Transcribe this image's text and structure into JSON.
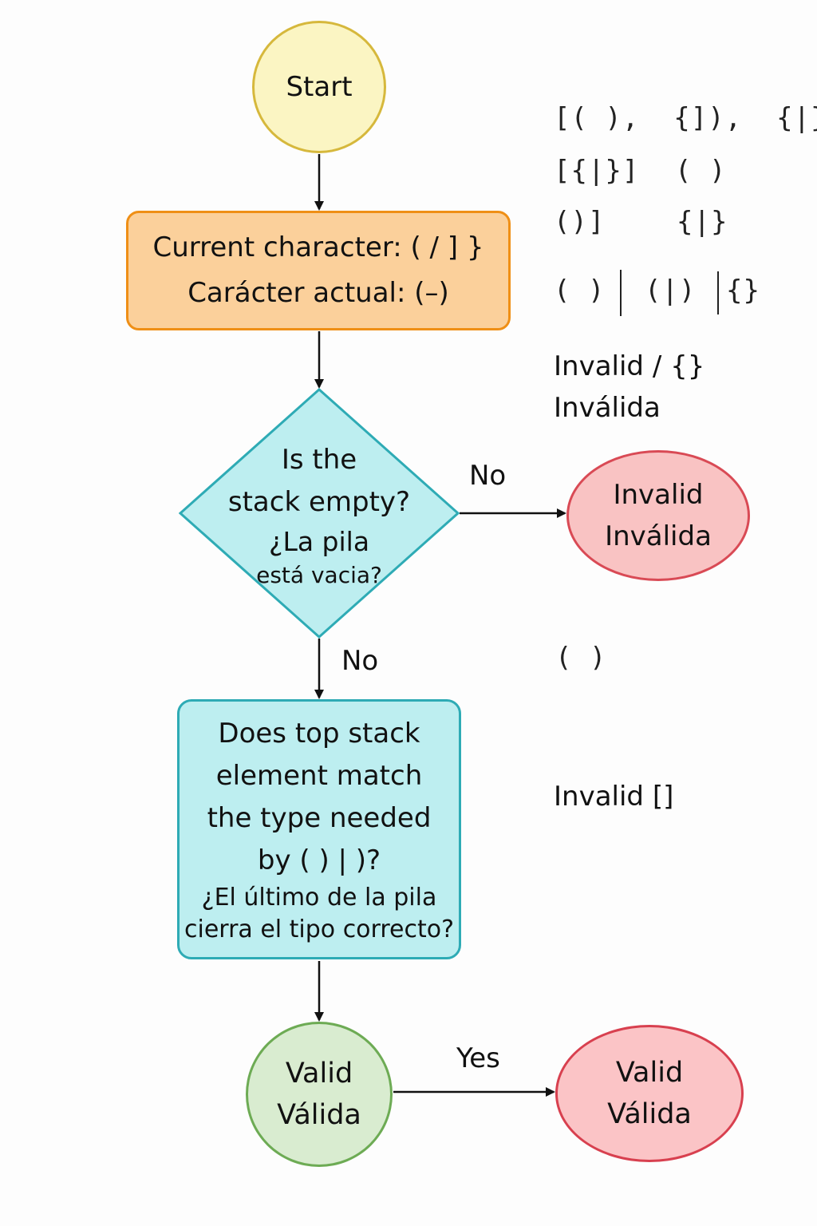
{
  "nodes": {
    "start": {
      "label": "Start"
    },
    "current_char": {
      "line_en": "Current character: ( / ] }",
      "line_es": "Carácter actual: (–)"
    },
    "stack_empty": {
      "line1": "Is the",
      "line2": "stack empty?",
      "line3": "¿La pila",
      "line4": "está vacia?"
    },
    "invalid_right": {
      "line1": "Invalid",
      "line2": "Inválida"
    },
    "top_match": {
      "line1": "Does top stack",
      "line2": "element match",
      "line3": "the type needed",
      "line4": "by ( ) | )?",
      "line5": "¿El último de la pila",
      "line6": "cierra el tipo correcto?"
    },
    "valid_circle": {
      "line1": "Valid",
      "line2": "Válida"
    },
    "valid_oval": {
      "line1": "Valid",
      "line2": "Válida"
    }
  },
  "edge_labels": {
    "decision_right": "No",
    "decision_down": "No",
    "valid_yes": "Yes"
  },
  "side_panel": {
    "symbols": {
      "row1": "[( ),  {]),  {|}",
      "row2a": "[{|}]",
      "row2b": "( )",
      "row3a": "()]",
      "row3b": "{|}",
      "row4a": "( )",
      "row4b": "(|)",
      "row4c": "{}",
      "row5": "( )"
    },
    "invalid_note_1": {
      "line1": "Invalid / {}",
      "line2": "Inválida"
    },
    "invalid_note_2": "Invalid []"
  },
  "colors": {
    "start_fill": "#fbf5c3",
    "start_border": "#d6b83c",
    "process_fill": "#fbd09b",
    "process_border": "#ef8f16",
    "decision_fill": "#bdeef0",
    "decision_border": "#2eabb5",
    "invalid_fill": "#f9c3c3",
    "invalid_border": "#d94a55",
    "valid_fill": "#d9ecd0",
    "valid_border": "#6dab54",
    "arrow": "#111111"
  }
}
